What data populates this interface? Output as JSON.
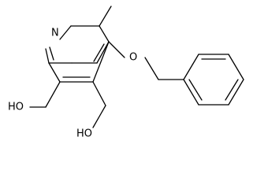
{
  "diagram": {
    "type": "chemical-structure",
    "atoms": {
      "ring_nitrogen": "N",
      "ether_oxygen": "O",
      "hydroxyl_left": "HO",
      "hydroxyl_bottom": "HO"
    },
    "colors": {
      "bond": "#000000",
      "label": "#000000",
      "background": "#ffffff"
    }
  }
}
